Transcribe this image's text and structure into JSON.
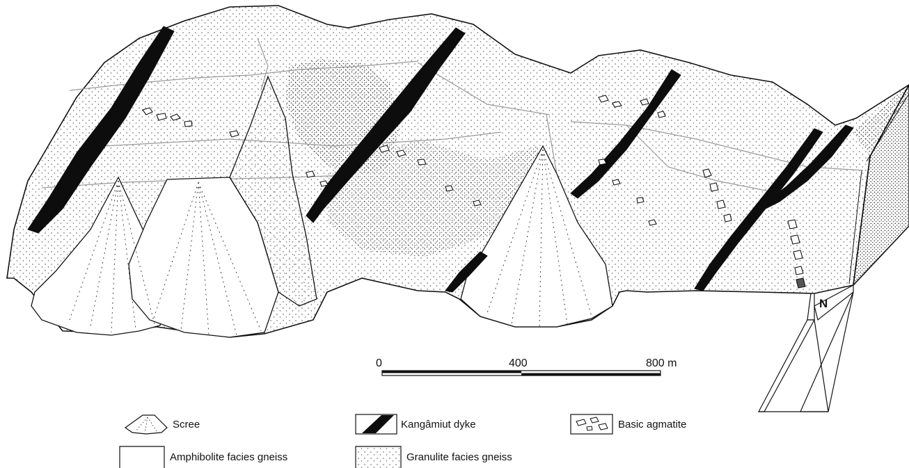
{
  "scale_bar": {
    "ticks": [
      "0",
      "400",
      "800 m"
    ]
  },
  "north_label": "N",
  "legend": {
    "items": [
      {
        "key": "scree",
        "label": "Scree"
      },
      {
        "key": "dyke",
        "label": "Kangâmiut dyke"
      },
      {
        "key": "agmatite",
        "label": "Basic agmatite"
      },
      {
        "key": "amphibolite",
        "label": "Amphibolite facies gneiss"
      },
      {
        "key": "granulite",
        "label": "Granulite facies gneiss"
      }
    ]
  },
  "colors": {
    "ink": "#111111",
    "dyke": "#0d0d0d",
    "stipple": "#555555",
    "contact_line": "#9a9a9a",
    "background": "#ffffff"
  }
}
